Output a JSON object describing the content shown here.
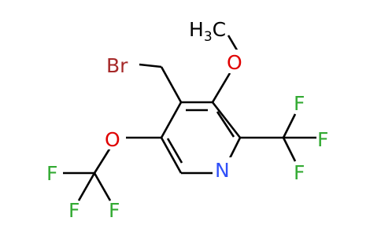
{
  "molecule": {
    "labels": {
      "br": "Br",
      "methyl": "H",
      "methyl_sub": "3",
      "methyl_c": "C",
      "o_methoxy": "O",
      "o_ocf3": "O",
      "n": "N",
      "f_cf3_top": "F",
      "f_cf3_right": "F",
      "f_cf3_bottom": "F",
      "f_ocf3_left": "F",
      "f_ocf3_bottom": "F",
      "f_ocf3_right": "F"
    },
    "colors": {
      "bond": "#000000",
      "bromine": "#a62929",
      "oxygen": "#e00000",
      "nitrogen": "#3050f8",
      "fluorine": "#33aa33",
      "carbon": "#000000"
    }
  }
}
